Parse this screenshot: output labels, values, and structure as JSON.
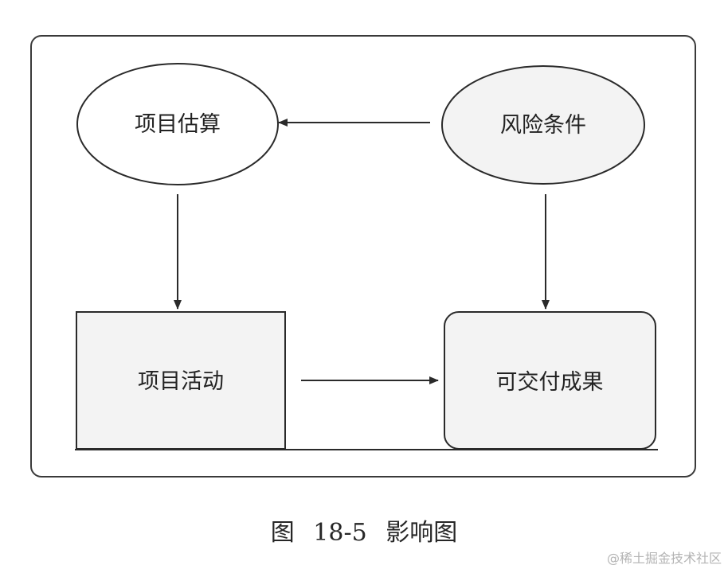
{
  "nodes": {
    "project_estimate": "项目估算",
    "risk_conditions": "风险条件",
    "project_activity": "项目活动",
    "deliverables": "可交付成果"
  },
  "caption": "图 18-5 影响图",
  "watermark": "@稀土掘金技术社区",
  "colors": {
    "line": "#2a2a2a",
    "fill": "#f3f3f3",
    "frame": "#3a3a3a"
  }
}
